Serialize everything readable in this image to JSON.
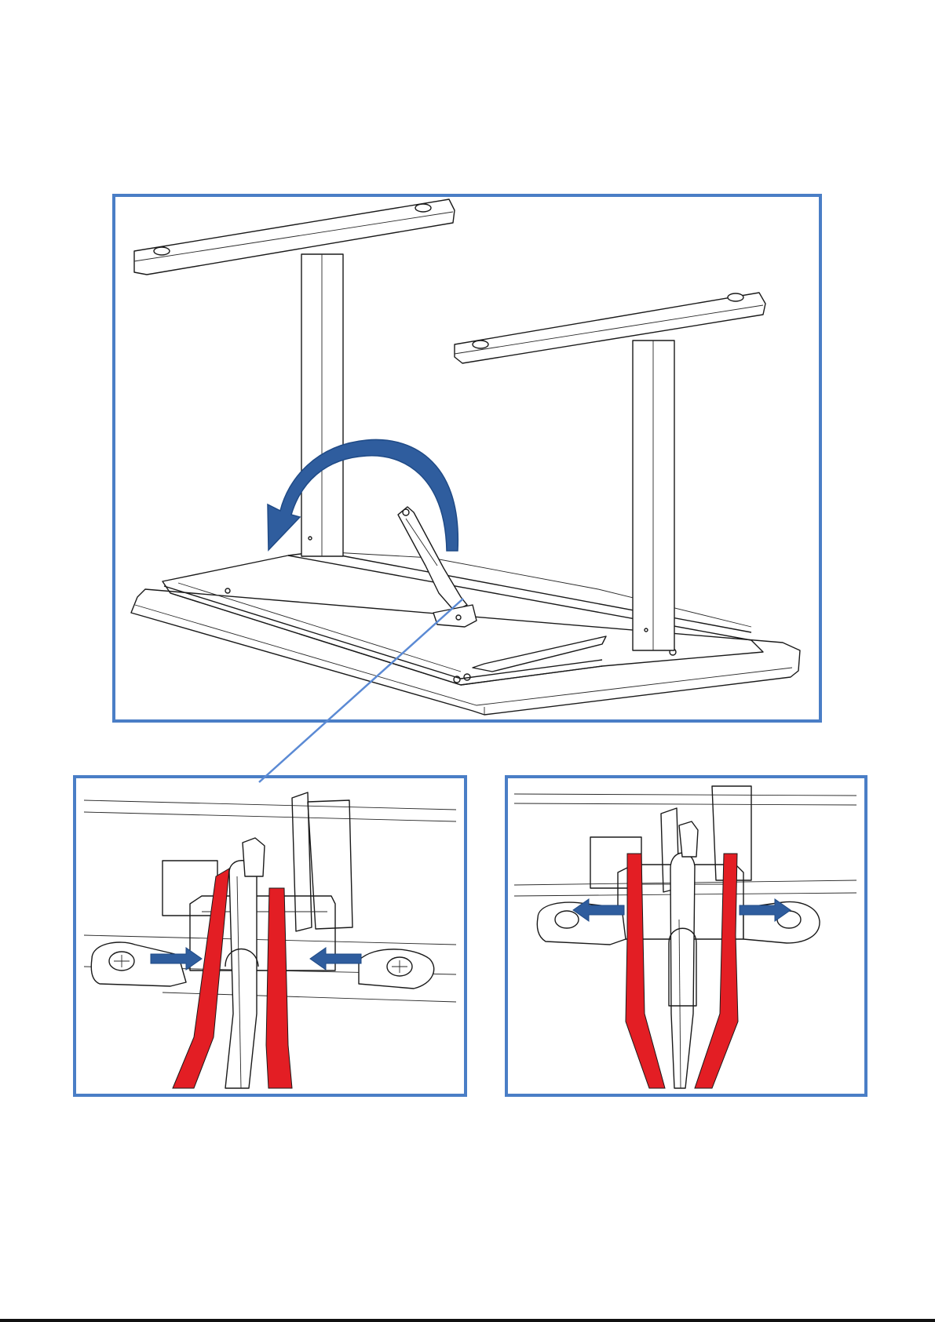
{
  "figure": {
    "panels": [
      {
        "id": "main",
        "content": "folding-table-frame-overview"
      },
      {
        "id": "detail-left",
        "content": "latch-closed-detail"
      },
      {
        "id": "detail-right",
        "content": "latch-open-detail"
      }
    ],
    "colors": {
      "frame_border": "#4a7ec6",
      "rotate_arrow": "#2f5d9e",
      "push_arrow": "#2f5d9e",
      "latch_highlight": "#e31e24",
      "line_art": "#1a1a1a",
      "callout_line": "#5b8ad4"
    },
    "icons": [
      "rotate-arrow-icon",
      "push-arrow-icon"
    ]
  }
}
